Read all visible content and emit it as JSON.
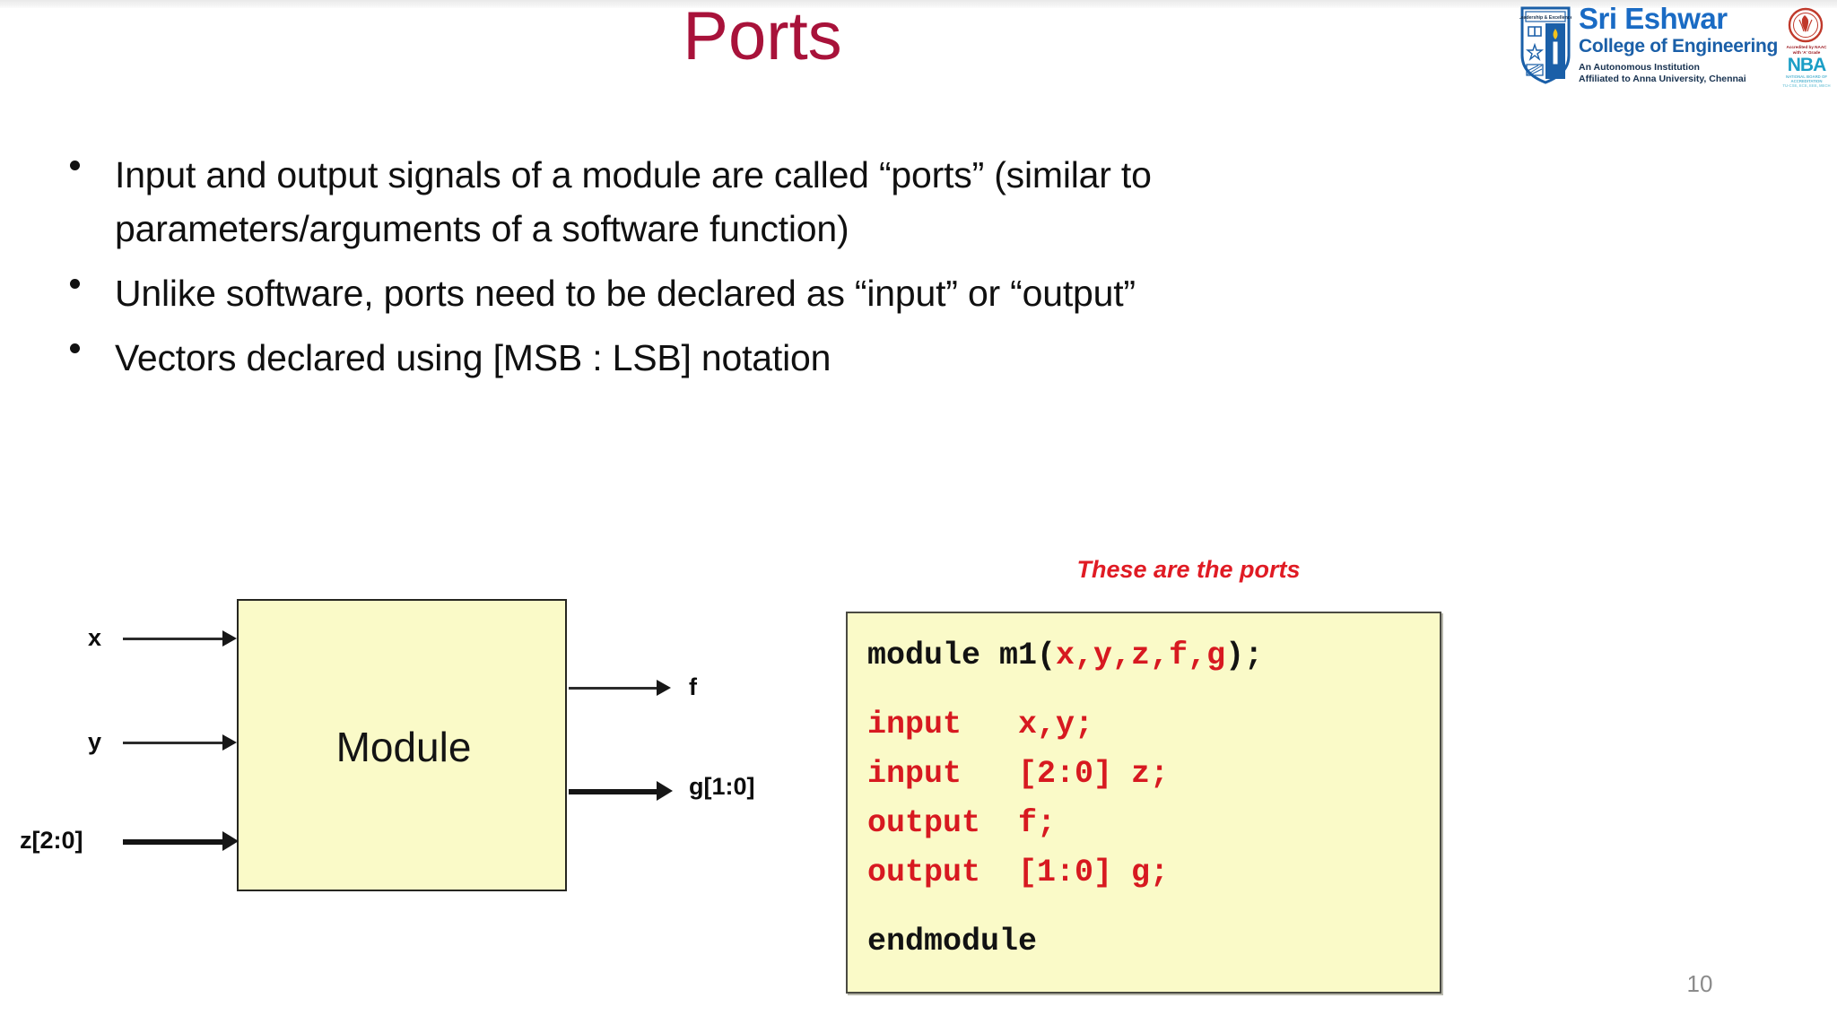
{
  "slide": {
    "title": "Ports",
    "title_color": "#A8123A",
    "page_number": "10"
  },
  "logo": {
    "crest_motto": "Leadership & Excellence",
    "name_line1": "Sri Eshwar",
    "name_line2": "College of Engineering",
    "tagline1": "An Autonomous Institution",
    "tagline2": "Affiliated to Anna University, Chennai",
    "brand_color": "#1A6BC4",
    "badges": {
      "naac_line1": "Accredited by NAAC",
      "naac_line2": "with 'A' Grade",
      "nba_word": "NBA",
      "nba_line1": "NATIONAL BOARD OF",
      "nba_line2": "ACCREDITATION",
      "nba_line3": "TU-CSE, ECE, EEE, MECH",
      "nba_color": "#1b9ec6"
    }
  },
  "bullets": [
    "Input and output signals of a module are called “ports” (similar to parameters/arguments of a software function)",
    "Unlike software, ports need to be declared as “input” or “output”",
    "Vectors declared using [MSB : LSB] notation"
  ],
  "diagram": {
    "box_label": "Module",
    "box_fill": "#FAFAC8",
    "inputs": [
      {
        "label": "x",
        "bus": false
      },
      {
        "label": "y",
        "bus": false
      },
      {
        "label": "z[2:0]",
        "bus": true
      }
    ],
    "outputs": [
      {
        "label": "f",
        "bus": false
      },
      {
        "label": "g[1:0]",
        "bus": true
      }
    ]
  },
  "code": {
    "annotation": "These are the ports",
    "annotation_color": "#E01B24",
    "background": "#FAFAC8",
    "keyword_color": "#D71920",
    "text_color": "#121212",
    "lines": [
      {
        "segments": [
          {
            "text": "module m1",
            "color": "black"
          },
          {
            "text": "(",
            "color": "black"
          },
          {
            "text": "x,y,z,f,g",
            "color": "red"
          },
          {
            "text": ");",
            "color": "black"
          }
        ]
      },
      {
        "gap": true
      },
      {
        "segments": [
          {
            "text": "input   x,y;",
            "color": "red"
          }
        ]
      },
      {
        "segments": [
          {
            "text": "input   [2:0] z;",
            "color": "red"
          }
        ]
      },
      {
        "segments": [
          {
            "text": "output  f;",
            "color": "red"
          }
        ]
      },
      {
        "segments": [
          {
            "text": "output  [1:0] g;",
            "color": "red"
          }
        ]
      },
      {
        "gap": true
      },
      {
        "segments": [
          {
            "text": "endmodule",
            "color": "black"
          }
        ]
      }
    ]
  }
}
